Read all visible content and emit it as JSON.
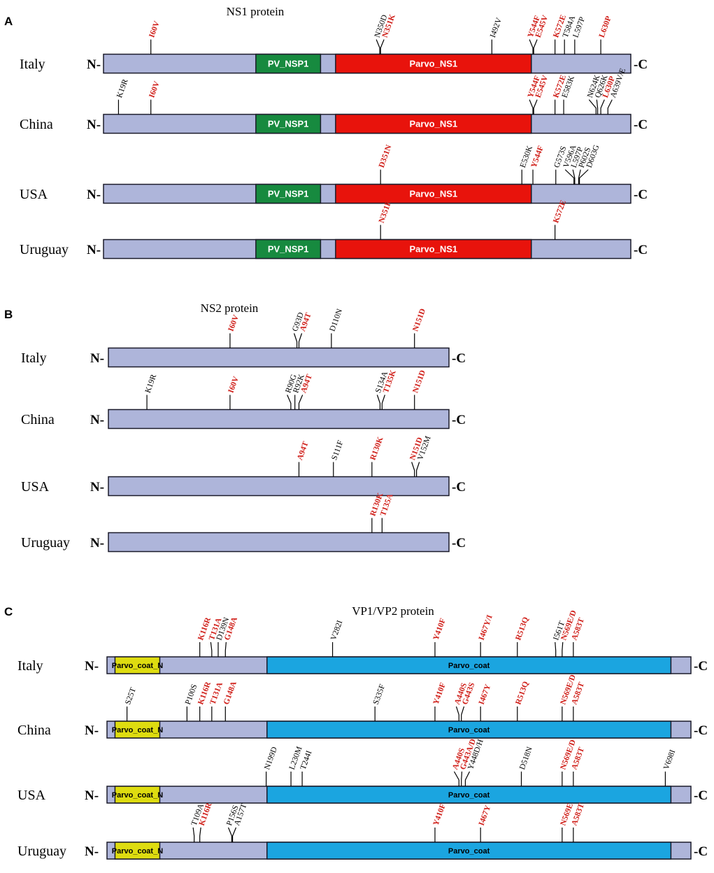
{
  "colors": {
    "backbone": "#aeb5da",
    "pv_nsp1": "#178a3f",
    "parvo_ns1": "#e8130c",
    "parvo_coat_n": "#dedc10",
    "parvo_coat": "#1ba5e0",
    "mutation_red": "#d0201a",
    "mutation_black": "#000000"
  },
  "terminals": {
    "n": "N-",
    "c": "-C"
  },
  "panels": [
    {
      "letter": "A",
      "title": "NS1 protein",
      "domains": [
        {
          "name": "PV_NSP1",
          "start": 193,
          "end": 275,
          "color_key": "pv_nsp1"
        },
        {
          "name": "Parvo_NS1",
          "start": 294,
          "end": 542,
          "color_key": "parvo_ns1"
        }
      ],
      "rows": [
        {
          "country": "Italy",
          "mutations": [
            {
              "label": "I60V",
              "pos": 60,
              "red": true
            },
            {
              "label": "N350D",
              "pos": 350,
              "red": false
            },
            {
              "label": "N351K",
              "pos": 351,
              "red": true
            },
            {
              "label": "I492V",
              "pos": 492,
              "red": false
            },
            {
              "label": "Y544F",
              "pos": 544,
              "red": true
            },
            {
              "label": "E545V",
              "pos": 545,
              "red": true
            },
            {
              "label": "K572E",
              "pos": 572,
              "red": true
            },
            {
              "label": "T584A",
              "pos": 584,
              "red": false
            },
            {
              "label": "L597P",
              "pos": 597,
              "red": false
            },
            {
              "label": "L630P",
              "pos": 630,
              "red": true
            }
          ]
        },
        {
          "country": "China",
          "mutations": [
            {
              "label": "K19R",
              "pos": 19,
              "red": false
            },
            {
              "label": "I60V",
              "pos": 60,
              "red": true
            },
            {
              "label": "Y544F",
              "pos": 544,
              "red": true
            },
            {
              "label": "E545V",
              "pos": 545,
              "red": true
            },
            {
              "label": "K572E",
              "pos": 572,
              "red": true
            },
            {
              "label": "E583K",
              "pos": 583,
              "red": false
            },
            {
              "label": "N624K",
              "pos": 624,
              "red": false
            },
            {
              "label": "Q626K",
              "pos": 626,
              "red": false
            },
            {
              "label": "L630P",
              "pos": 630,
              "red": true
            },
            {
              "label": "A639V/E",
              "pos": 639,
              "red": false
            }
          ]
        },
        {
          "country": "USA",
          "mutations": [
            {
              "label": "D351N",
              "pos": 351,
              "red": true
            },
            {
              "label": "E530K",
              "pos": 530,
              "red": false
            },
            {
              "label": "Y544F",
              "pos": 544,
              "red": true
            },
            {
              "label": "G573S",
              "pos": 573,
              "red": false
            },
            {
              "label": "V596A",
              "pos": 596,
              "red": false
            },
            {
              "label": "L597P",
              "pos": 597,
              "red": false
            },
            {
              "label": "P602S",
              "pos": 602,
              "red": false
            },
            {
              "label": "D603G",
              "pos": 603,
              "red": false
            }
          ]
        },
        {
          "country": "Uruguay",
          "mutations": [
            {
              "label": "N351K",
              "pos": 351,
              "red": true
            },
            {
              "label": "K572E",
              "pos": 572,
              "red": true
            }
          ]
        }
      ]
    },
    {
      "letter": "B",
      "title": "NS2 protein",
      "domains": [],
      "rows": [
        {
          "country": "Italy",
          "mutations": [
            {
              "label": "I60V",
              "pos": 60,
              "red": true
            },
            {
              "label": "G93D",
              "pos": 93,
              "red": false
            },
            {
              "label": "A94T",
              "pos": 94,
              "red": true
            },
            {
              "label": "D110N",
              "pos": 110,
              "red": false
            },
            {
              "label": "N151D",
              "pos": 151,
              "red": true
            }
          ]
        },
        {
          "country": "China",
          "mutations": [
            {
              "label": "K19R",
              "pos": 19,
              "red": false
            },
            {
              "label": "I60V",
              "pos": 60,
              "red": true
            },
            {
              "label": "R90G",
              "pos": 90,
              "red": false
            },
            {
              "label": "R92K",
              "pos": 92,
              "red": false
            },
            {
              "label": "A94T",
              "pos": 94,
              "red": true
            },
            {
              "label": "S134A",
              "pos": 134,
              "red": false
            },
            {
              "label": "T135K",
              "pos": 135,
              "red": true
            },
            {
              "label": "N151D",
              "pos": 151,
              "red": true
            }
          ]
        },
        {
          "country": "USA",
          "mutations": [
            {
              "label": "A94T",
              "pos": 94,
              "red": true
            },
            {
              "label": "S111F",
              "pos": 111,
              "red": false
            },
            {
              "label": "R130K",
              "pos": 130,
              "red": true
            },
            {
              "label": "N151D",
              "pos": 151,
              "red": true
            },
            {
              "label": "V152M",
              "pos": 152,
              "red": false
            }
          ]
        },
        {
          "country": "Uruguay",
          "mutations": [
            {
              "label": "R130K",
              "pos": 130,
              "red": true
            },
            {
              "label": "T135A",
              "pos": 135,
              "red": true
            }
          ]
        }
      ]
    },
    {
      "letter": "C",
      "title": "VP1/VP2 protein",
      "domains": [
        {
          "name": "Parvo_coat_N",
          "start": 10,
          "end": 66,
          "color_key": "parvo_coat_n"
        },
        {
          "name": "Parvo_coat",
          "start": 200,
          "end": 705,
          "color_key": "parvo_coat"
        }
      ],
      "rows": [
        {
          "country": "Italy",
          "mutations": [
            {
              "label": "K116R",
              "pos": 116,
              "red": true
            },
            {
              "label": "T131A",
              "pos": 131,
              "red": true
            },
            {
              "label": "D139N",
              "pos": 139,
              "red": false
            },
            {
              "label": "G148A",
              "pos": 148,
              "red": true
            },
            {
              "label": "V282I",
              "pos": 282,
              "red": false
            },
            {
              "label": "Y410F",
              "pos": 410,
              "red": true
            },
            {
              "label": "I467Y/I",
              "pos": 467,
              "red": true
            },
            {
              "label": "R513Q",
              "pos": 513,
              "red": true
            },
            {
              "label": "I561T",
              "pos": 561,
              "red": false
            },
            {
              "label": "N569E/D",
              "pos": 569,
              "red": true
            },
            {
              "label": "A583T",
              "pos": 583,
              "red": true
            }
          ]
        },
        {
          "country": "China",
          "mutations": [
            {
              "label": "S25T",
              "pos": 25,
              "red": false
            },
            {
              "label": "P100S",
              "pos": 100,
              "red": false
            },
            {
              "label": "K116R",
              "pos": 116,
              "red": true
            },
            {
              "label": "T131A",
              "pos": 131,
              "red": true
            },
            {
              "label": "G148A",
              "pos": 148,
              "red": true
            },
            {
              "label": "S335F",
              "pos": 335,
              "red": false
            },
            {
              "label": "Y410F",
              "pos": 410,
              "red": true
            },
            {
              "label": "A440S",
              "pos": 440,
              "red": true
            },
            {
              "label": "G443S",
              "pos": 443,
              "red": true
            },
            {
              "label": "I467Y",
              "pos": 467,
              "red": true
            },
            {
              "label": "R513Q",
              "pos": 513,
              "red": true
            },
            {
              "label": "N569E/D",
              "pos": 569,
              "red": true
            },
            {
              "label": "A583T",
              "pos": 583,
              "red": true
            }
          ]
        },
        {
          "country": "USA",
          "mutations": [
            {
              "label": "N199D",
              "pos": 199,
              "red": false
            },
            {
              "label": "L230M",
              "pos": 230,
              "red": false
            },
            {
              "label": "T244I",
              "pos": 244,
              "red": false
            },
            {
              "label": "A440S",
              "pos": 440,
              "red": true
            },
            {
              "label": "G443A/D",
              "pos": 443,
              "red": true
            },
            {
              "label": "Y448D/H",
              "pos": 448,
              "red": false
            },
            {
              "label": "D518N",
              "pos": 518,
              "red": false
            },
            {
              "label": "N569E/D",
              "pos": 569,
              "red": true
            },
            {
              "label": "A583T",
              "pos": 583,
              "red": true
            },
            {
              "label": "V698I",
              "pos": 698,
              "red": false
            }
          ]
        },
        {
          "country": "Uruguay",
          "mutations": [
            {
              "label": "T109A",
              "pos": 109,
              "red": false
            },
            {
              "label": "K116R",
              "pos": 116,
              "red": true
            },
            {
              "label": "P156S",
              "pos": 156,
              "red": false
            },
            {
              "label": "A157T",
              "pos": 157,
              "red": false
            },
            {
              "label": "Y410F",
              "pos": 410,
              "red": true
            },
            {
              "label": "I467Y",
              "pos": 467,
              "red": true
            },
            {
              "label": "N569E",
              "pos": 569,
              "red": true
            },
            {
              "label": "A583T",
              "pos": 583,
              "red": true
            }
          ]
        }
      ]
    }
  ]
}
